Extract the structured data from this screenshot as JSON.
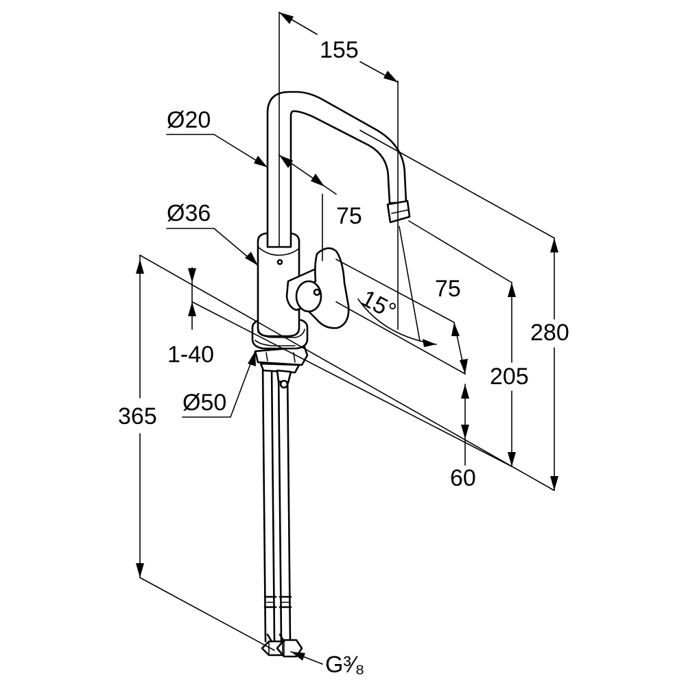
{
  "dimensions": {
    "spout_reach": "155",
    "pipe_diameter": "Ø20",
    "spout_offset": "75",
    "body_diameter": "Ø36",
    "lever_reach": "75",
    "rotation_angle": "15°",
    "total_height": "280",
    "spout_height": "205",
    "base_height": "60",
    "counter_thickness": "1-40",
    "base_diameter": "Ø50",
    "hose_length": "365",
    "connection_thread": "G³⁄₈"
  }
}
